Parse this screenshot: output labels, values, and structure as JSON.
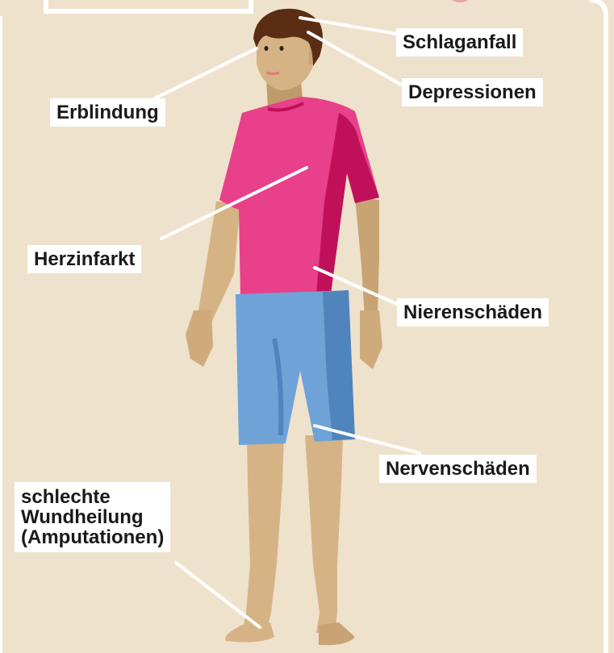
{
  "labels": {
    "schlaganfall": "Schlaganfall",
    "depressionen": "Depressionen",
    "erblindung": "Erblindung",
    "herzinfarkt": "Herzinfarkt",
    "nierenschaeden": "Nierenschäden",
    "nervenschaeden": "Nervenschäden",
    "wundheilung": "schlechte\nWundheilung\n(Amputationen)"
  },
  "colors": {
    "background": "#efe2cc",
    "frame": "#ffffff",
    "skin": "#d6b385",
    "skin_shadow": "#bf9a6a",
    "hair": "#5a2d14",
    "shirt": "#e8408a",
    "shirt_shadow": "#c0105a",
    "shorts": "#6fa3d8",
    "shorts_shadow": "#4f84bd"
  }
}
